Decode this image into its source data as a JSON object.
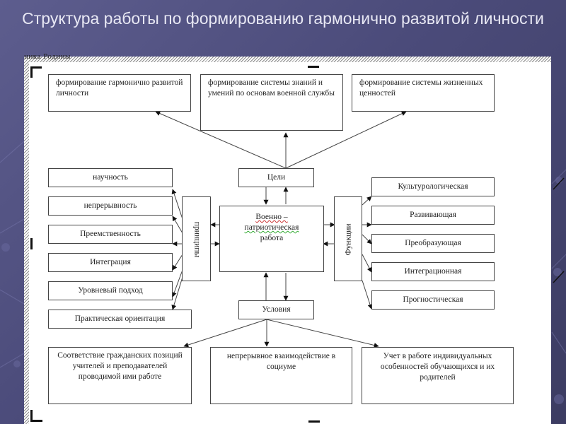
{
  "slide": {
    "title": "Структура работы по формированию гармонично развитой личности",
    "background_color": "#4b4b7a"
  },
  "document": {
    "header_fragment": "ника Родины"
  },
  "diagram": {
    "goals_targets": [
      "формирование гармонично развитой личности",
      "формирование системы знаний и умений по основам военной службы",
      "формирование системы жизненных ценностей"
    ],
    "goals_label": "Цели",
    "center_label_line1": "Военно –",
    "center_label_line2": "патриотическая",
    "center_label_line3": "работа",
    "principles_label": "принципы",
    "principles": [
      "научность",
      "непрерывность",
      "Преемственность",
      "Интеграция",
      "Уровневый подход",
      "Практическая ориентация"
    ],
    "functions_label": "Функции",
    "functions": [
      "Культурологическая",
      "Развивающая",
      "Преобразующая",
      "Интеграционная",
      "Прогностическая"
    ],
    "conditions_label": "Условия",
    "conditions": [
      "Соответствие гражданских позиций учителей и преподавателей проводимой ими работе",
      "непрерывное взаимодействие в социуме",
      "Учет в работе индивидуальных особенностей обучающихся и их родителей"
    ]
  }
}
